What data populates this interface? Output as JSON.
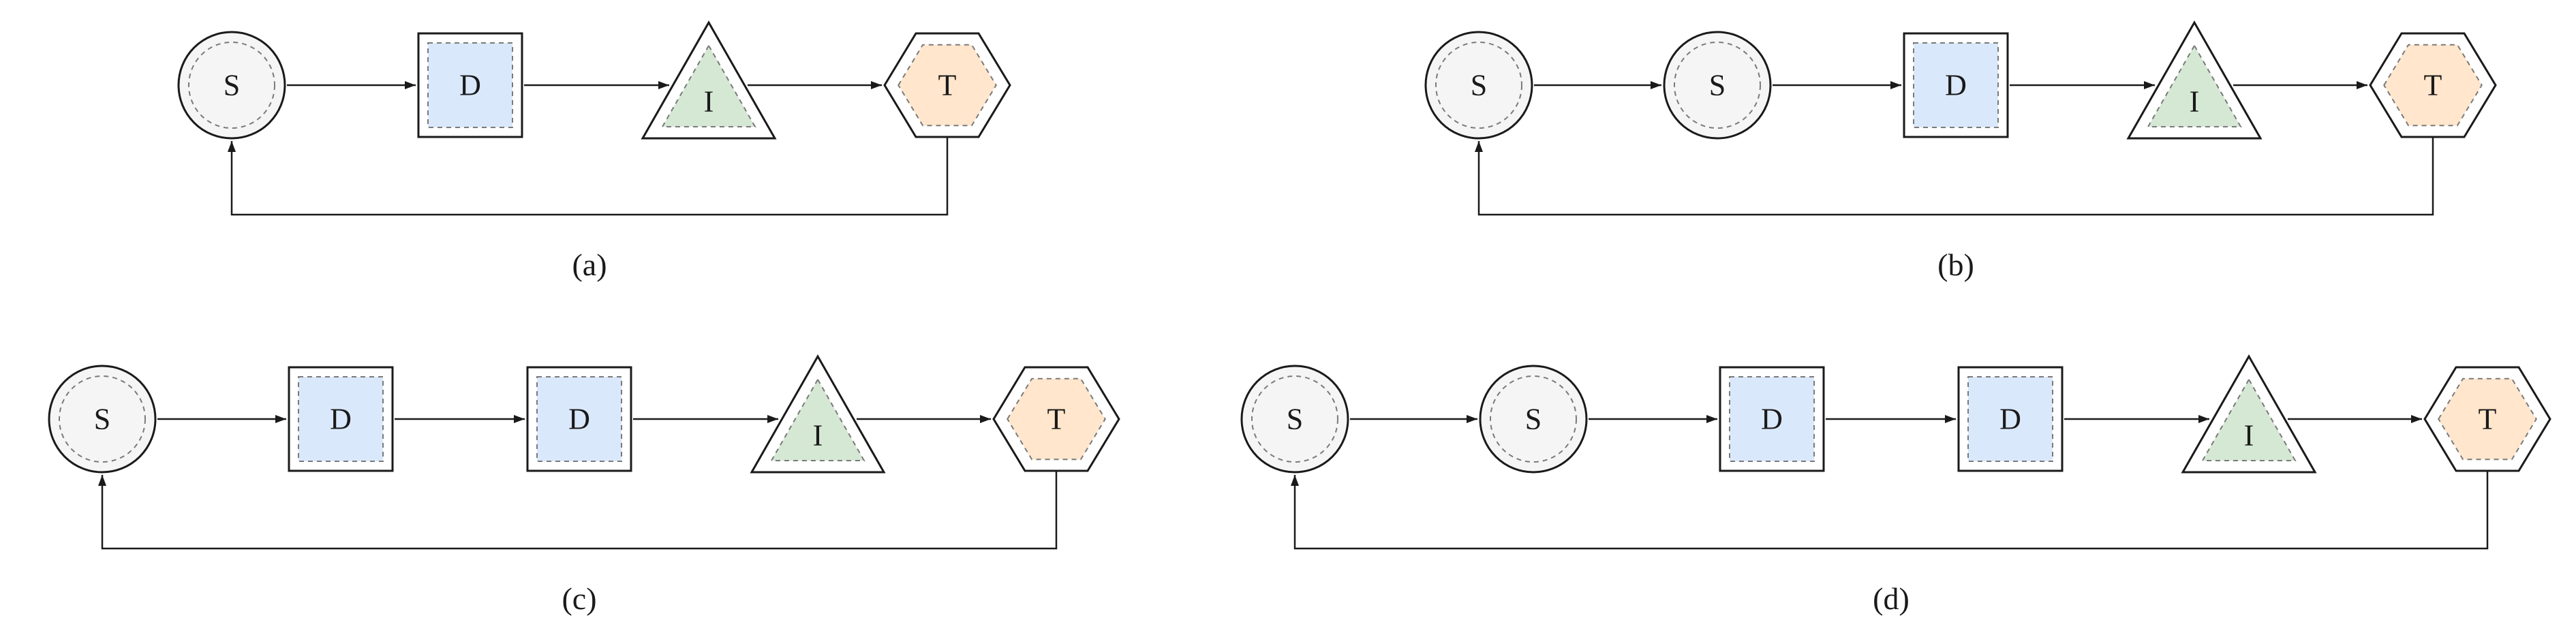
{
  "figure": {
    "description": "Four flow diagrams of shape chains with feedback loop from last node back to first node"
  },
  "colors": {
    "outline": "#1a1a1a",
    "inner_stroke": "#7a7a7a",
    "arrow": "#1a1a1a",
    "label": "#1a1a1a",
    "shape_bg": "#ffffff",
    "circle_fill": "#f5f5f5",
    "square_fill": "#dae8fc",
    "triangle_fill": "#d5e8d4",
    "hexagon_fill": "#ffe6cc"
  },
  "diagrams": [
    {
      "caption": "(a)",
      "nodes": [
        {
          "shape": "circle",
          "label": "S"
        },
        {
          "shape": "square",
          "label": "D"
        },
        {
          "shape": "triangle",
          "label": "I"
        },
        {
          "shape": "hexagon",
          "label": "T"
        }
      ],
      "edges": "S→D→I→T",
      "feedback": "T→S"
    },
    {
      "caption": "(b)",
      "nodes": [
        {
          "shape": "circle",
          "label": "S"
        },
        {
          "shape": "circle",
          "label": "S"
        },
        {
          "shape": "square",
          "label": "D"
        },
        {
          "shape": "triangle",
          "label": "I"
        },
        {
          "shape": "hexagon",
          "label": "T"
        }
      ],
      "edges": "S→S→D→I→T",
      "feedback": "T→S"
    },
    {
      "caption": "(c)",
      "nodes": [
        {
          "shape": "circle",
          "label": "S"
        },
        {
          "shape": "square",
          "label": "D"
        },
        {
          "shape": "square",
          "label": "D"
        },
        {
          "shape": "triangle",
          "label": "I"
        },
        {
          "shape": "hexagon",
          "label": "T"
        }
      ],
      "edges": "S→D→D→I→T",
      "feedback": "T→S"
    },
    {
      "caption": "(d)",
      "nodes": [
        {
          "shape": "circle",
          "label": "S"
        },
        {
          "shape": "circle",
          "label": "S"
        },
        {
          "shape": "square",
          "label": "D"
        },
        {
          "shape": "square",
          "label": "D"
        },
        {
          "shape": "triangle",
          "label": "I"
        },
        {
          "shape": "hexagon",
          "label": "T"
        }
      ],
      "edges": "S→S→D→D→I→T",
      "feedback": "T→S"
    }
  ]
}
